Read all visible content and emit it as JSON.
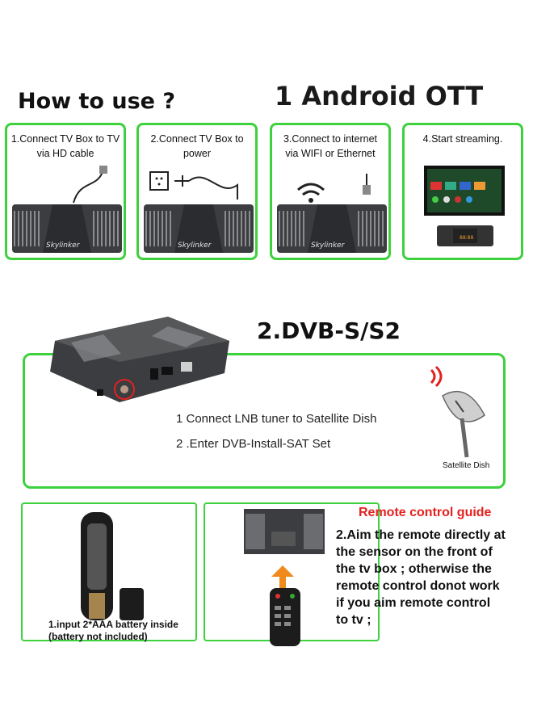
{
  "header": {
    "how_to_use": "How to use ?",
    "section1_title": "1 Android OTT"
  },
  "ott_steps": [
    {
      "line1": "1.Connect TV Box to TV",
      "line2": "via HD cable"
    },
    {
      "line1": "2.Connect TV Box to",
      "line2": "power"
    },
    {
      "line1": "3.Connect to internet",
      "line2": "via WIFI or Ethernet"
    },
    {
      "line1": "4.Start streaming.",
      "line2": ""
    }
  ],
  "brand": "Skylinker",
  "dvb": {
    "title": "2.DVB-S/S2",
    "step1": "1 Connect LNB tuner to Satellite Dish",
    "step2": "2 .Enter DVB-Install-SAT Set",
    "dish_label": "Satellite Dish"
  },
  "remote": {
    "guide_title": "Remote control guide",
    "guide_lines": [
      "2.Aim the remote directly at",
      "the sensor on the front of",
      "the tv box ; otherwise the",
      "remote control donot work",
      "if you aim remote control",
      "to tv ;"
    ],
    "battery_line1": "1.input 2*AAA battery inside",
    "battery_line2": "(battery not included)"
  },
  "colors": {
    "accent_green": "#3dd13d",
    "guide_red": "#e3211f",
    "orange_arrow": "#f08a1c"
  }
}
